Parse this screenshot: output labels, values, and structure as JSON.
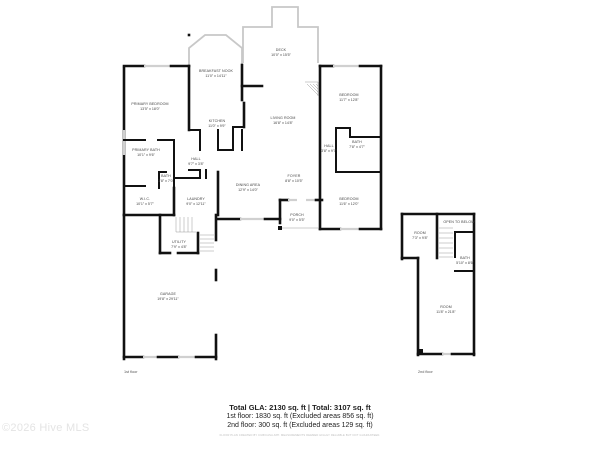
{
  "floors": [
    {
      "label": "1st floor",
      "rooms": [
        {
          "name": "DECK",
          "dims": "10'0\" x 15'5\""
        },
        {
          "name": "BREAKFAST NOOK",
          "dims": "11'0\" x 14'11\""
        },
        {
          "name": "KITCHEN",
          "dims": "11'0\" x 9'9\""
        },
        {
          "name": "PRIMARY BEDROOM",
          "dims": "13'5\" x 18'0\""
        },
        {
          "name": "LIVING ROOM",
          "dims": "16'8\" x 14'8\""
        },
        {
          "name": "BEDROOM",
          "dims": "11'7\" x 12'8\""
        },
        {
          "name": "HALL",
          "dims": "3'8\" x 9'7\""
        },
        {
          "name": "BATH",
          "dims": "7'8\" x 4'7\""
        },
        {
          "name": "PRIMARY BATH",
          "dims": "10'1\" x 9'6\""
        },
        {
          "name": "HALL",
          "dims": "9'7\" x 3'8\""
        },
        {
          "name": "BATH",
          "dims": "3'8\" x 7'0\""
        },
        {
          "name": "W.I.C.",
          "dims": "10'1\" x 5'7\""
        },
        {
          "name": "LAUNDRY",
          "dims": "9'0\" x 12'11\""
        },
        {
          "name": "DINING AREA",
          "dims": "12'9\" x 14'0\""
        },
        {
          "name": "FOYER",
          "dims": "8'8\" x 10'5\""
        },
        {
          "name": "BEDROOM",
          "dims": "11'6\" x 12'0\""
        },
        {
          "name": "PORCH",
          "dims": "9'0\" x 5'5\""
        },
        {
          "name": "UTILITY",
          "dims": "7'9\" x 4'8\""
        },
        {
          "name": "GARAGE",
          "dims": "19'8\" x 29'11\""
        }
      ]
    },
    {
      "label": "2nd floor",
      "rooms": [
        {
          "name": "ROOM",
          "dims": "7'3\" x 9'8\""
        },
        {
          "name": "OPEN TO BELOW",
          "dims": ""
        },
        {
          "name": "BATH",
          "dims": "5'10\" x 8'6\""
        },
        {
          "name": "ROOM",
          "dims": "11'8\" x 21'8\""
        }
      ]
    }
  ],
  "summary": {
    "total": "Total GLA: 2130 sq. ft | Total: 3107 sq. ft",
    "first_floor": "1st floor: 1830 sq. ft (Excluded areas 856 sq. ft)",
    "second_floor": "2nd floor: 300 sq. ft (Excluded areas 129 sq. ft)",
    "disclaimer": "FLOOR PLAN CREATED BY CUBICASA APP. MEASUREMENTS DEEMED HIGHLY RELIABLE BUT NOT GUARANTEED."
  },
  "watermark": "©2026 Hive MLS"
}
